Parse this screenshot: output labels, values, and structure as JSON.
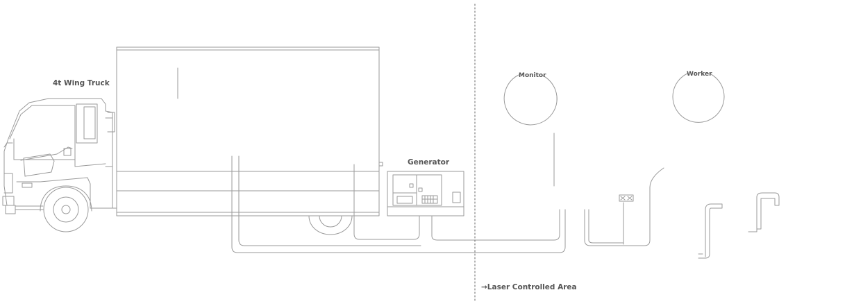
{
  "labels": {
    "truck": "4t Wing Truck",
    "generator": "Generator",
    "monitor": "Monitor",
    "worker": "Worker",
    "area": "→Laser Controlled Area"
  },
  "colors": {
    "line": "#9a9a9a",
    "line_dark": "#555555",
    "text": "#555555",
    "background": "#ffffff"
  }
}
